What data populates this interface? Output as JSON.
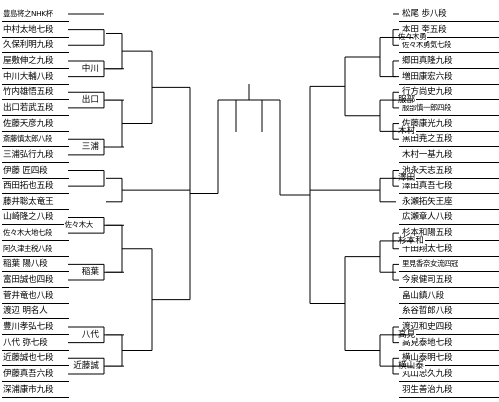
{
  "left_bracket": {
    "names": [
      "豊島将之NHK杯",
      "中村太地七段",
      "久保利明九段",
      "屋敷伸之九段",
      "中川大輔八段",
      "竹内雄悟五段",
      "出口若武五段",
      "佐藤天彦九段",
      "斎藤慎太郎八段",
      "三浦弘行九段",
      "伊藤 匠四段",
      "西田拓也五段",
      "藤井聡太竜王",
      "山崎隆之八段",
      "佐々木大地七段",
      "阿久津主税八段",
      "稲葉 陽八段",
      "富田誠也四段",
      "菅井竜也八段",
      "渡辺 明名人",
      "豊川孝弘七段",
      "八代 弥七段",
      "近藤誠也七段",
      "伊藤真吾六段",
      "深浦康市九段"
    ],
    "round_winners": [
      "中川",
      "出口",
      "三浦",
      "佐々木大",
      "稲葉",
      "八代",
      "近藤誠"
    ]
  },
  "right_bracket": {
    "names": [
      "松尾 歩八段",
      "本田 奎五段",
      "佐々木勇気七段",
      "郷田真隆九段",
      "増田康宏六段",
      "行方尚史九段",
      "服部慎一郎四段",
      "佐藤康光九段",
      "黒田尭之五段",
      "木村一基九段",
      "池永天志五段",
      "澤田真吾七段",
      "永瀬拓矢王座",
      "広瀬章人八段",
      "杉本和陽五段",
      "千田翔太七段",
      "里見香奈女流四冠",
      "今泉健司五段",
      "畠山鎮八段",
      "糸谷哲郎八段",
      "渡辺和史四段",
      "高見泰地七段",
      "横山泰明七段",
      "丸山忠久九段",
      "羽生善治九段"
    ],
    "round_winners": [
      "佐々木勇",
      "服部",
      "木村",
      "澤田",
      "杉本和",
      "高見",
      "横山泰"
    ]
  }
}
